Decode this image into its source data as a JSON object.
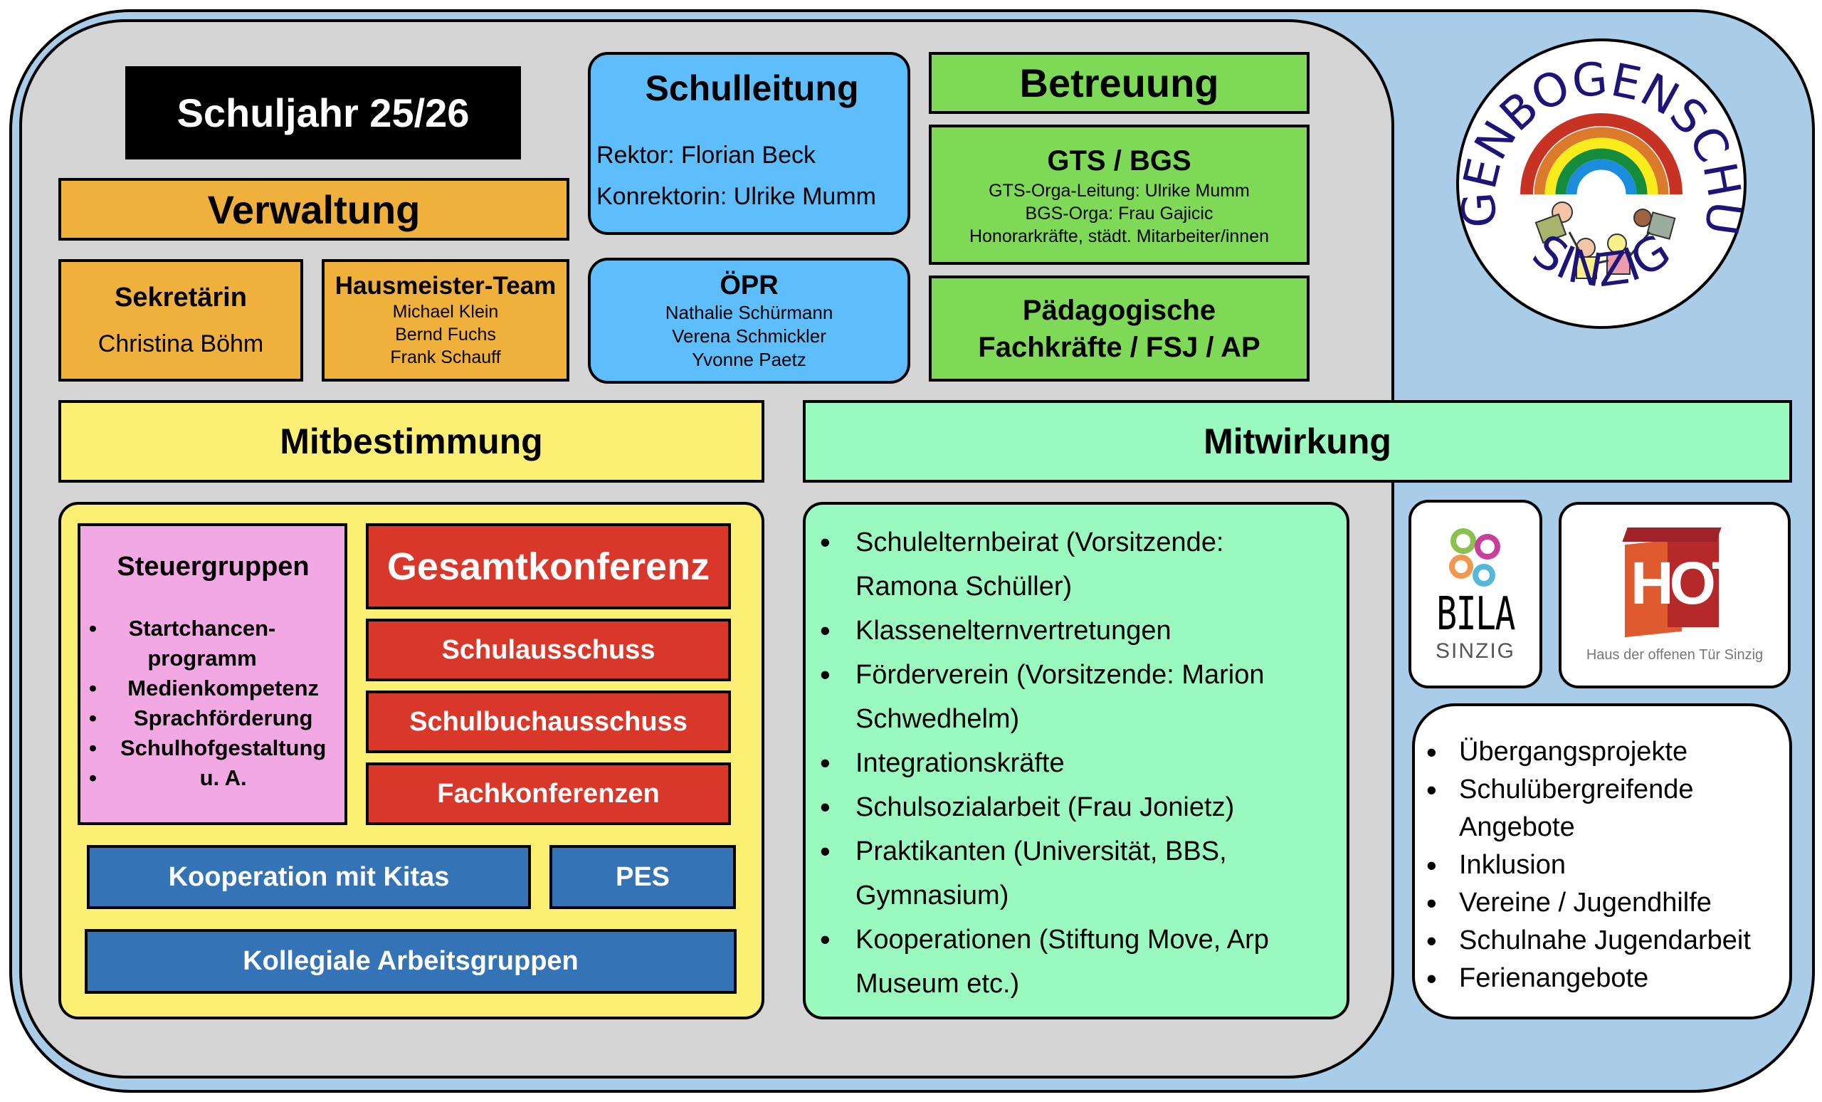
{
  "year_label": "Schuljahr 25/26",
  "verwaltung": {
    "title": "Verwaltung",
    "sekretaerin": {
      "title": "Sekretärin",
      "name": "Christina Böhm"
    },
    "hausmeister": {
      "title": "Hausmeister-Team",
      "names": [
        "Michael Klein",
        "Bernd Fuchs",
        "Frank Schauff"
      ]
    }
  },
  "schulleitung": {
    "title": "Schulleitung",
    "lines": [
      "Rektor: Florian Beck",
      "Konrektorin: Ulrike Mumm"
    ]
  },
  "oepr": {
    "title": "ÖPR",
    "names": [
      "Nathalie Schürmann",
      "Verena Schmickler",
      "Yvonne Paetz"
    ]
  },
  "betreuung": {
    "title": "Betreuung",
    "gts": {
      "title": "GTS / BGS",
      "lines": [
        "GTS-Orga-Leitung: Ulrike Mumm",
        "BGS-Orga: Frau Gajicic",
        "Honorarkräfte, städt. Mitarbeiter/innen"
      ]
    },
    "paed": {
      "lines": [
        "Pädagogische",
        "Fachkräfte / FSJ / AP"
      ]
    }
  },
  "logo": {
    "top_text": "REGENBOGENSCHULE",
    "bottom_text": "SINZIG"
  },
  "mitbestimmung": {
    "title": "Mitbestimmung",
    "steuergruppen": {
      "title": "Steuergruppen",
      "items": [
        "Startchancen-programm",
        "Medienkompetenz",
        "Sprachförderung",
        "Schulhofgestaltung",
        "u. A."
      ]
    },
    "gremien": [
      "Gesamtkonferenz",
      "Schulausschuss",
      "Schulbuchausschuss",
      "Fachkonferenzen"
    ],
    "kooperation_kitas": "Kooperation mit Kitas",
    "pes": "PES",
    "kollegiale": "Kollegiale Arbeitsgruppen"
  },
  "mitwirkung": {
    "title": "Mitwirkung",
    "items": [
      "Schulelternbeirat (Vorsitzende: Ramona Schüller)",
      "Klassenelternvertretungen",
      "Förderverein (Vorsitzende: Marion Schwedhelm)",
      "Integrationskräfte",
      "Schulsozialarbeit (Frau Jonietz)",
      "Praktikanten (Universität, BBS, Gymnasium)",
      "Kooperationen (Stiftung Move, Arp Museum etc.)"
    ]
  },
  "partners": {
    "bila": {
      "name": "BILA",
      "sub": "SINZIG"
    },
    "hot": {
      "letters": "HOT",
      "caption": "Haus der offenen Tür Sinzig"
    }
  },
  "extern": {
    "items": [
      "Übergangsprojekte",
      "Schulübergreifende Angebote",
      "Inklusion",
      "Vereine / Jugendhilfe",
      "Schulnahe Jugendarbeit",
      "Ferienangebote"
    ]
  },
  "colors": {
    "outer_bg": "#a9cde8",
    "inner_bg": "#d4d4d4",
    "verwaltung": "#f0b03c",
    "leitung": "#5ebdfb",
    "betreuung": "#7ed957",
    "mitbestimmung": "#fcf074",
    "mitwirkung": "#9af9be",
    "steuergruppen": "#f2a8e2",
    "gremien": "#d9372a",
    "kooperation": "#3373b6"
  }
}
